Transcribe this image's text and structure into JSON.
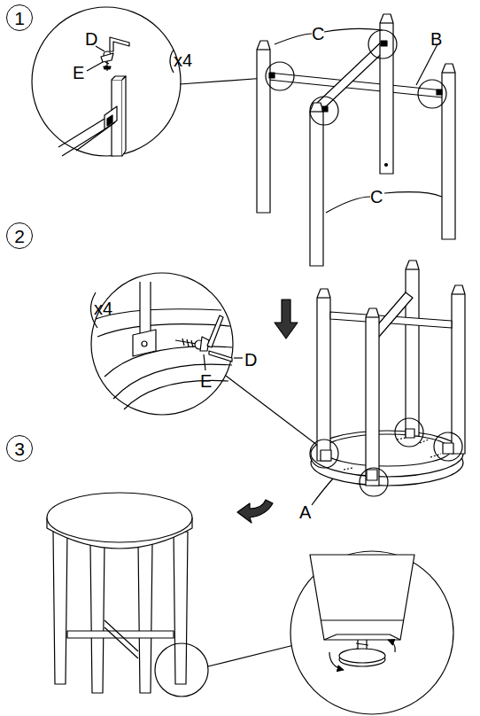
{
  "diagram": {
    "nodes": [
      {
        "text": [
          "1"
        ]
      },
      {
        "text": [
          "2"
        ]
      },
      {
        "text": [
          "3"
        ]
      }
    ],
    "labels": [
      "D",
      "E",
      "x4",
      "C",
      "B",
      "C",
      "x4",
      "D",
      "E",
      "A"
    ]
  }
}
